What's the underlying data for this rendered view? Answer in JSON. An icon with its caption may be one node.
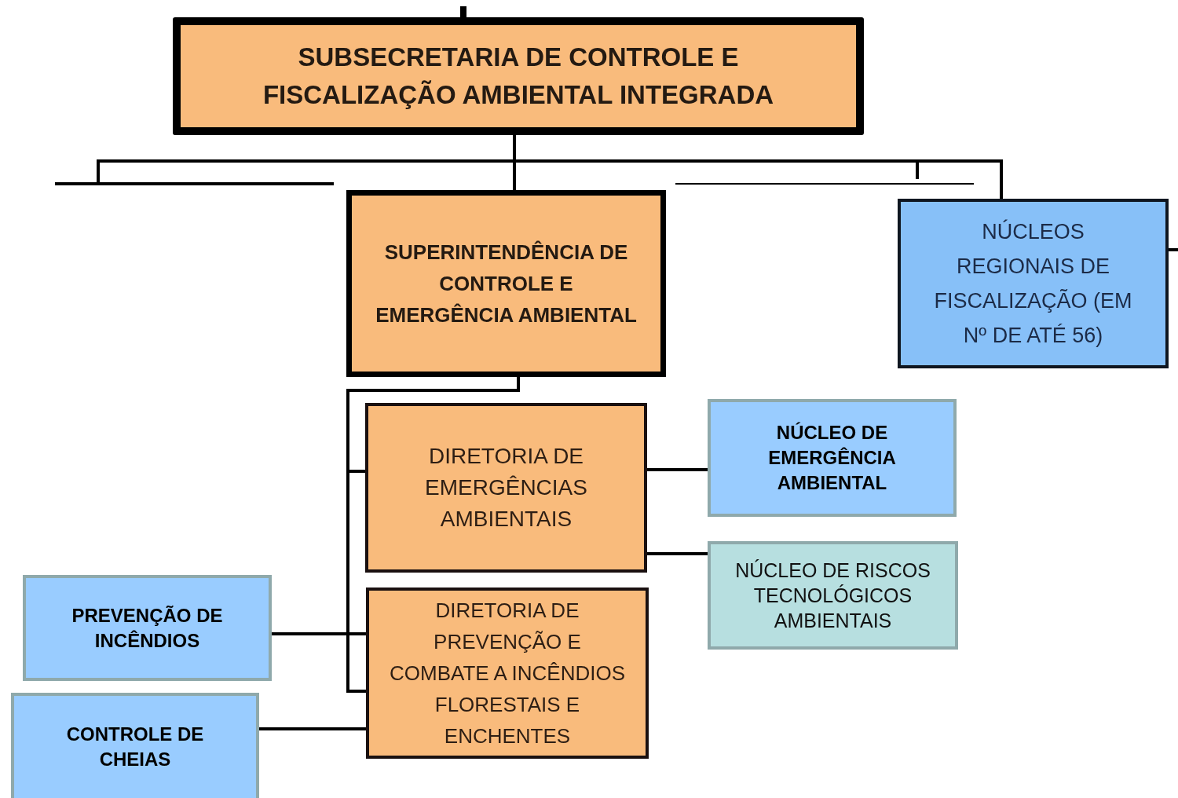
{
  "diagram": {
    "nodes": [
      {
        "text": [
          "SUBSECRETARIA DE CONTROLE E FISCALIZAÇÃO AMBIENTAL INTEGRADA"
        ]
      },
      {
        "text": [
          "SUPERINTENDÊNCIA DE CONTROLE E EMERGÊNCIA AMBIENTAL"
        ]
      },
      {
        "text": [
          "NÚCLEOS REGIONAIS DE FISCALIZAÇÃO (EM Nº DE ATÉ 56)"
        ]
      },
      {
        "text": [
          "DIRETORIA DE EMERGÊNCIAS AMBIENTAIS"
        ]
      },
      {
        "text": [
          "NÚCLEO DE EMERGÊNCIA AMBIENTAL"
        ]
      },
      {
        "text": [
          "NÚCLEO DE RISCOS TECNOLÓGICOS AMBIENTAIS"
        ]
      },
      {
        "text": [
          "PREVENÇÃO DE INCÊNDIOS"
        ]
      },
      {
        "text": [
          "DIRETORIA DE PREVENÇÃO E COMBATE A INCÊNDIOS FLORESTAIS E ENCHENTES"
        ]
      },
      {
        "text": [
          "CONTROLE DE CHEIAS"
        ]
      }
    ],
    "edges": [
      {
        "from": null,
        "to": 0,
        "arrow": "none",
        "style": "thick"
      },
      {
        "from": 0,
        "to": 1,
        "arrow": "none"
      },
      {
        "from": 0,
        "to": 2,
        "arrow": "none"
      },
      {
        "from": 0,
        "to": null,
        "arrow": "none"
      },
      {
        "from": 0,
        "to": null,
        "arrow": "none"
      },
      {
        "from": 2,
        "to": null,
        "arrow": "none"
      },
      {
        "from": 1,
        "to": 3,
        "arrow": "none"
      },
      {
        "from": 1,
        "to": 7,
        "arrow": "none"
      },
      {
        "from": 3,
        "to": 4,
        "arrow": "none"
      },
      {
        "from": 3,
        "to": 5,
        "arrow": "none"
      },
      {
        "from": 6,
        "to": 7,
        "arrow": "none"
      },
      {
        "from": 8,
        "to": 7,
        "arrow": "none"
      }
    ]
  }
}
